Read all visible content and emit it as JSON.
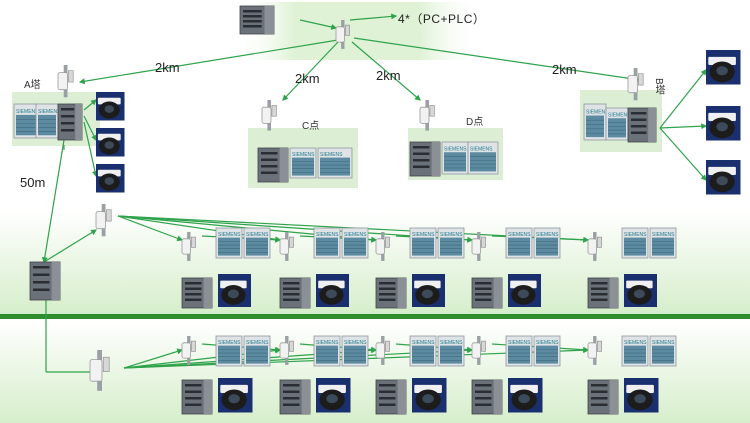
{
  "top": {
    "note": "4*（PC+PLC）"
  },
  "links": {
    "to_a": "2km",
    "to_c": "2km",
    "to_d": "2km",
    "to_b": "2km",
    "vertical": "50m"
  },
  "sites": {
    "a": "A塔",
    "b": "B塔",
    "c": "C点",
    "d": "D点"
  },
  "brand": "SIEMENS",
  "colors": {
    "panel_green": "#d8efcf",
    "link_green": "#2ea34a",
    "divider": "#2f8f2f",
    "camera_blue": "#1a2f6e"
  }
}
